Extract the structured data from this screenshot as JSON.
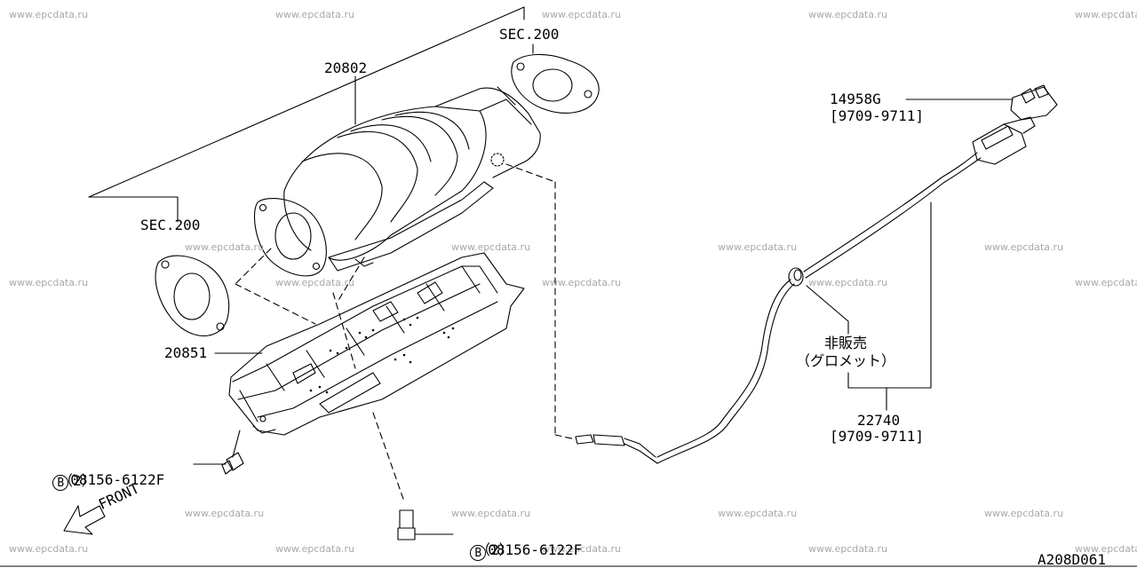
{
  "watermark": "www.epcdata.ru",
  "labels": {
    "sec_top": "SEC.200",
    "sec_left": "SEC.200",
    "part_20802": "20802",
    "part_20851": "20851",
    "part_14958g": "14958G",
    "range_14958g": "[9709-9711]",
    "part_22740": "22740",
    "range_22740": "[9709-9711]",
    "not_for_sale": "非販売",
    "grommet": "（グロメット）",
    "bolt_b_symbol": "B",
    "bolt_left_part": "08156-6122F",
    "bolt_left_qty": "（2）",
    "bolt_right_part": "08156-6122F",
    "bolt_right_qty": "（2）",
    "front": "FRONT",
    "drawing_code": "A208D061"
  }
}
